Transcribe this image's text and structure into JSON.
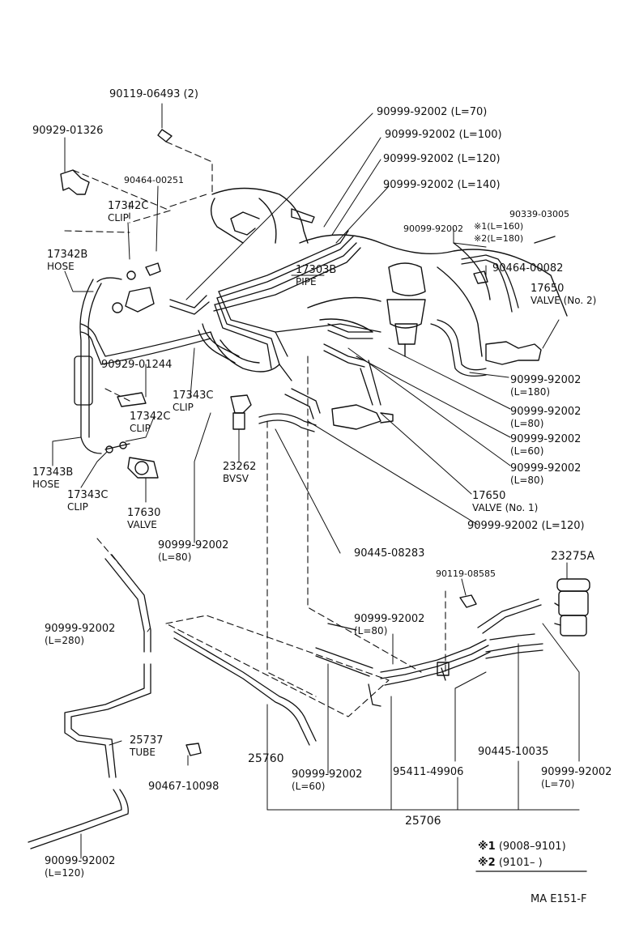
{
  "labels": {
    "p_9011906493": "90119-06493 (2)",
    "p_9092901326": "90929-01326",
    "p_9046400251": "90464-00251",
    "p_17342C_top": "17342C",
    "clip_top": "CLIP",
    "p_17342B": "17342B",
    "hose_17342B": "HOSE",
    "p_17303B": "17303B",
    "pipe": "PIPE",
    "p_l70": "90999-92002 (L=70)",
    "p_l100": "90999-92002 (L=100)",
    "p_l120": "90999-92002 (L=120)",
    "p_l140": "90999-92002 (L=140)",
    "p_90099_top": "90099-92002",
    "ref1_top": "※1(L=160)",
    "ref2_top": "※2(L=180)",
    "p_9033903005": "90339-03005",
    "p_9046400082": "90464-00082",
    "p_17650_no2": "17650",
    "valve_no2": "VALVE (No. 2)",
    "p_r_l180": "90999-92002",
    "r_l180": "(L=180)",
    "p_r_l80a": "90999-92002",
    "r_l80a": "(L=80)",
    "p_r_l60": "90999-92002",
    "r_l60": "(L=60)",
    "p_r_l80b": "90999-92002",
    "r_l80b": "(L=80)",
    "p_17650_no1": "17650",
    "valve_no1": "VALVE (No. 1)",
    "p_r_l120": "90999-92002 (L=120)",
    "p_9092901244": "90929-01244",
    "p_17343C_a": "17343C",
    "clip_a": "CLIP",
    "p_17342C_b": "17342C",
    "clip_b": "CLIP",
    "p_23262": "23262",
    "bvsv": "BVSV",
    "p_17343B": "17343B",
    "hose_17343B": "HOSE",
    "p_17343C_b": "17343C",
    "clip_c": "CLIP",
    "p_17630": "17630",
    "valve_17630": "VALVE",
    "p_l80_left": "90999-92002",
    "l80_left": "(L=80)",
    "p_9044508283": "90445-08283",
    "p_23275A": "23275A",
    "p_9011908585": "90119-08585",
    "p_l80_mid": "90999-92002",
    "l80_mid": "(L=80)",
    "p_l280": "90999-92002",
    "l280": "(L=280)",
    "p_25737": "25737",
    "tube": "TUBE",
    "p_25760": "25760",
    "p_l60_bottom": "90999-92002",
    "l60_bottom": "(L=60)",
    "p_9046710098": "90467-10098",
    "p_9544149906": "95411-49906",
    "p_9044510035": "90445-10035",
    "p_l70_bottom": "90999-92002",
    "l70_bottom": "(L=70)",
    "p_25706": "25706",
    "p_l120_bottom": "90099-92002",
    "l120_bottom": "(L=120)"
  },
  "notes": {
    "note1_mark": "※1",
    "note1_text": "(9008–9101)",
    "note2_mark": "※2",
    "note2_text": "(9101–       )"
  },
  "footer": {
    "code": "MA E151-F"
  }
}
